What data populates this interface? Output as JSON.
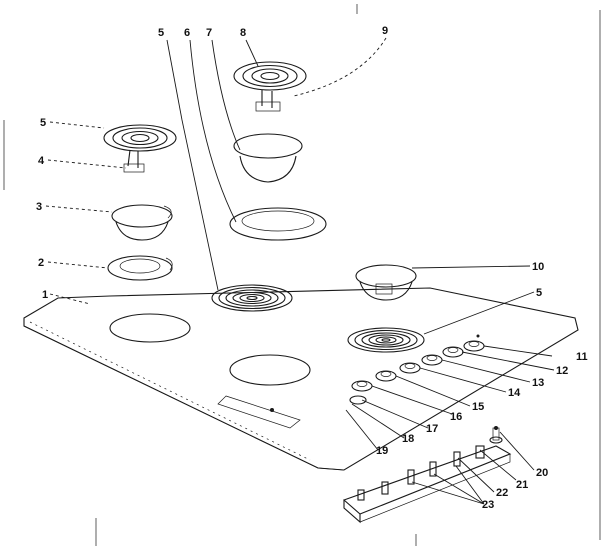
{
  "diagram": {
    "callouts": [
      {
        "id": "c5a",
        "label": "5"
      },
      {
        "id": "c6",
        "label": "6"
      },
      {
        "id": "c7",
        "label": "7"
      },
      {
        "id": "c8",
        "label": "8"
      },
      {
        "id": "c9",
        "label": "9"
      },
      {
        "id": "c5b",
        "label": "5"
      },
      {
        "id": "c4",
        "label": "4"
      },
      {
        "id": "c3",
        "label": "3"
      },
      {
        "id": "c2",
        "label": "2"
      },
      {
        "id": "c1",
        "label": "1"
      },
      {
        "id": "c10",
        "label": "10"
      },
      {
        "id": "c5c",
        "label": "5"
      },
      {
        "id": "c11",
        "label": "11"
      },
      {
        "id": "c12",
        "label": "12"
      },
      {
        "id": "c13",
        "label": "13"
      },
      {
        "id": "c14",
        "label": "14"
      },
      {
        "id": "c15",
        "label": "15"
      },
      {
        "id": "c16",
        "label": "16"
      },
      {
        "id": "c17",
        "label": "17"
      },
      {
        "id": "c18",
        "label": "18"
      },
      {
        "id": "c19",
        "label": "19"
      },
      {
        "id": "c20",
        "label": "20"
      },
      {
        "id": "c21",
        "label": "21"
      },
      {
        "id": "c22",
        "label": "22"
      },
      {
        "id": "c23",
        "label": "23"
      }
    ]
  }
}
